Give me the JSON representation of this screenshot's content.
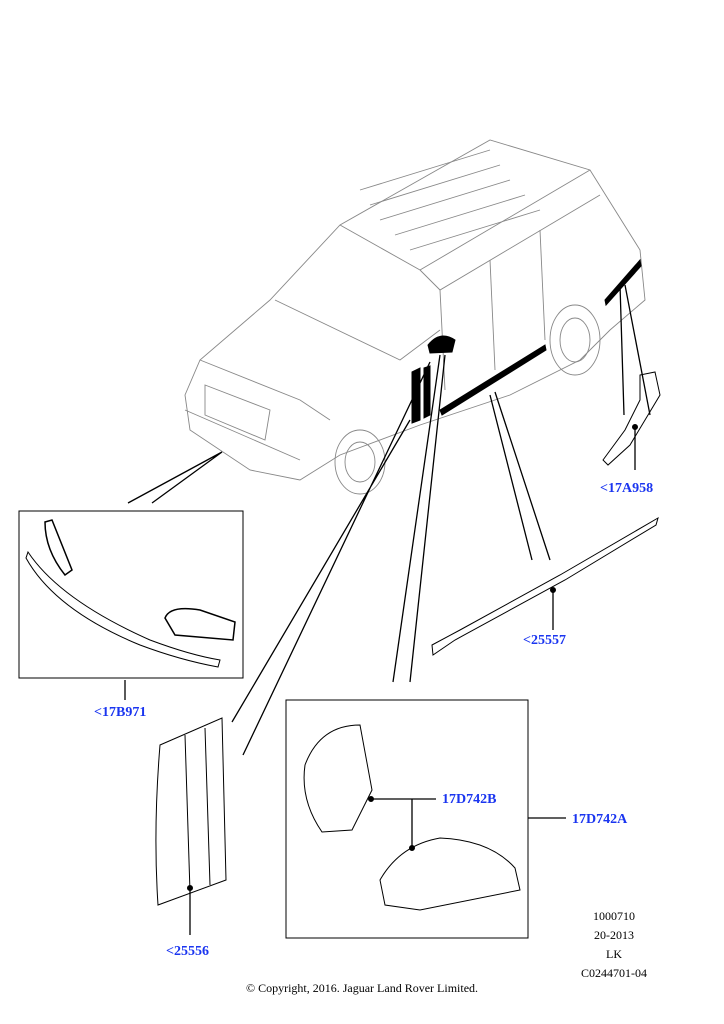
{
  "callouts": {
    "front_grille": "<17B971",
    "rear_trim": "<17A958",
    "sill_moulding": "<25557",
    "fender_vent": "<25556",
    "mirror_cap": "17D742B",
    "mirror_assembly": "17D742A"
  },
  "illustration_info": [
    "1000710",
    "20-2013",
    "LK",
    "C0244701-04"
  ],
  "copyright": "© Copyright, 2016. Jaguar Land Rover Limited.",
  "colors": {
    "callout": "#1a35f0",
    "line": "#000000"
  }
}
